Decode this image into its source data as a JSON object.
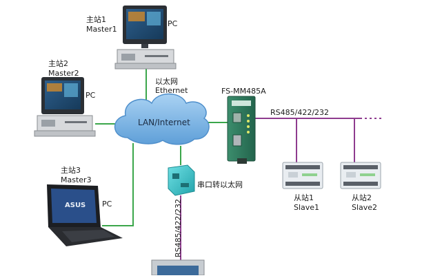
{
  "labels": {
    "master1_cn": "主站1",
    "master1_en": "Master1",
    "master1_pc": "PC",
    "master2_cn": "主站2",
    "master2_en": "Master2",
    "master2_pc": "PC",
    "master3_cn": "主站3",
    "master3_en": "Master3",
    "master3_pc": "PC",
    "ethernet_cn": "以太网",
    "ethernet_en": "Ethernet",
    "cloud": "LAN/Internet",
    "device": "FS-MM485A",
    "bus": "RS485/422/232",
    "converter": "串口转以太网",
    "vertical_bus": "RS485/422/232",
    "slave1_cn": "从站1",
    "slave1_en": "Slave1",
    "slave2_cn": "从站2",
    "slave2_en": "Slave2",
    "laptop_brand": "ASUS"
  },
  "colors": {
    "ethernet_line": "#3aa64a",
    "serial_line": "#8e3b8e",
    "cloud_fill": "#7fb6e6",
    "cloud_stroke": "#4f8fcb",
    "device_body": "#2f7a5f",
    "converter_body": "#37c0c6",
    "plc_body": "#e9edf1"
  }
}
